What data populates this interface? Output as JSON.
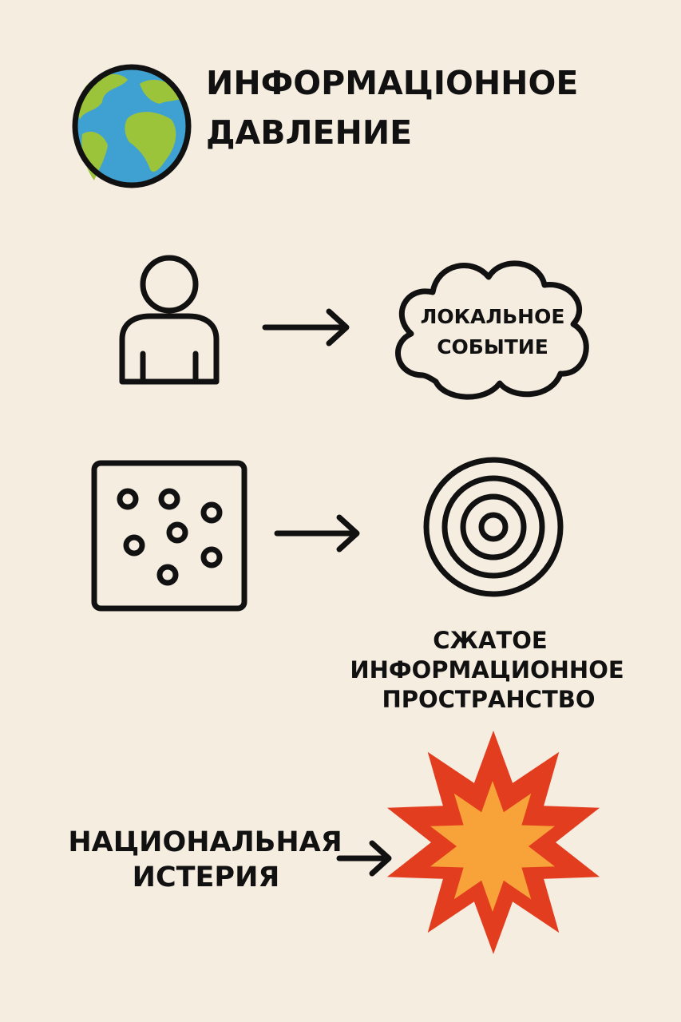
{
  "title": {
    "line1": "ИНФОРМАЦІОННОЕ",
    "line2": "ДАВЛЕНИЕ"
  },
  "cloud_label": {
    "line1": "ЛОКАЛЬНОЕ",
    "line2": "СОБЫТИЕ"
  },
  "compressed_label": {
    "line1": "СЖАТОЕ",
    "line2": "ИНФОРМАЦИОННОЕ",
    "line3": "ПРОСТРАНСТВО"
  },
  "hysteria_label": {
    "line1": "НАЦИОНАЛЬНАЯ",
    "line2": "ИСТЕРИЯ"
  },
  "icons": [
    "globe-icon",
    "person-icon",
    "cloud-icon",
    "dots-box-icon",
    "concentric-circles-icon",
    "explosion-icon",
    "arrow-right-icon"
  ],
  "colors": {
    "background": "#f6ede1",
    "ocean": "#3fa1d1",
    "land": "#9cc43a",
    "explosion_outer": "#e33d1f",
    "explosion_inner": "#f8a23a",
    "ink": "#111111"
  }
}
